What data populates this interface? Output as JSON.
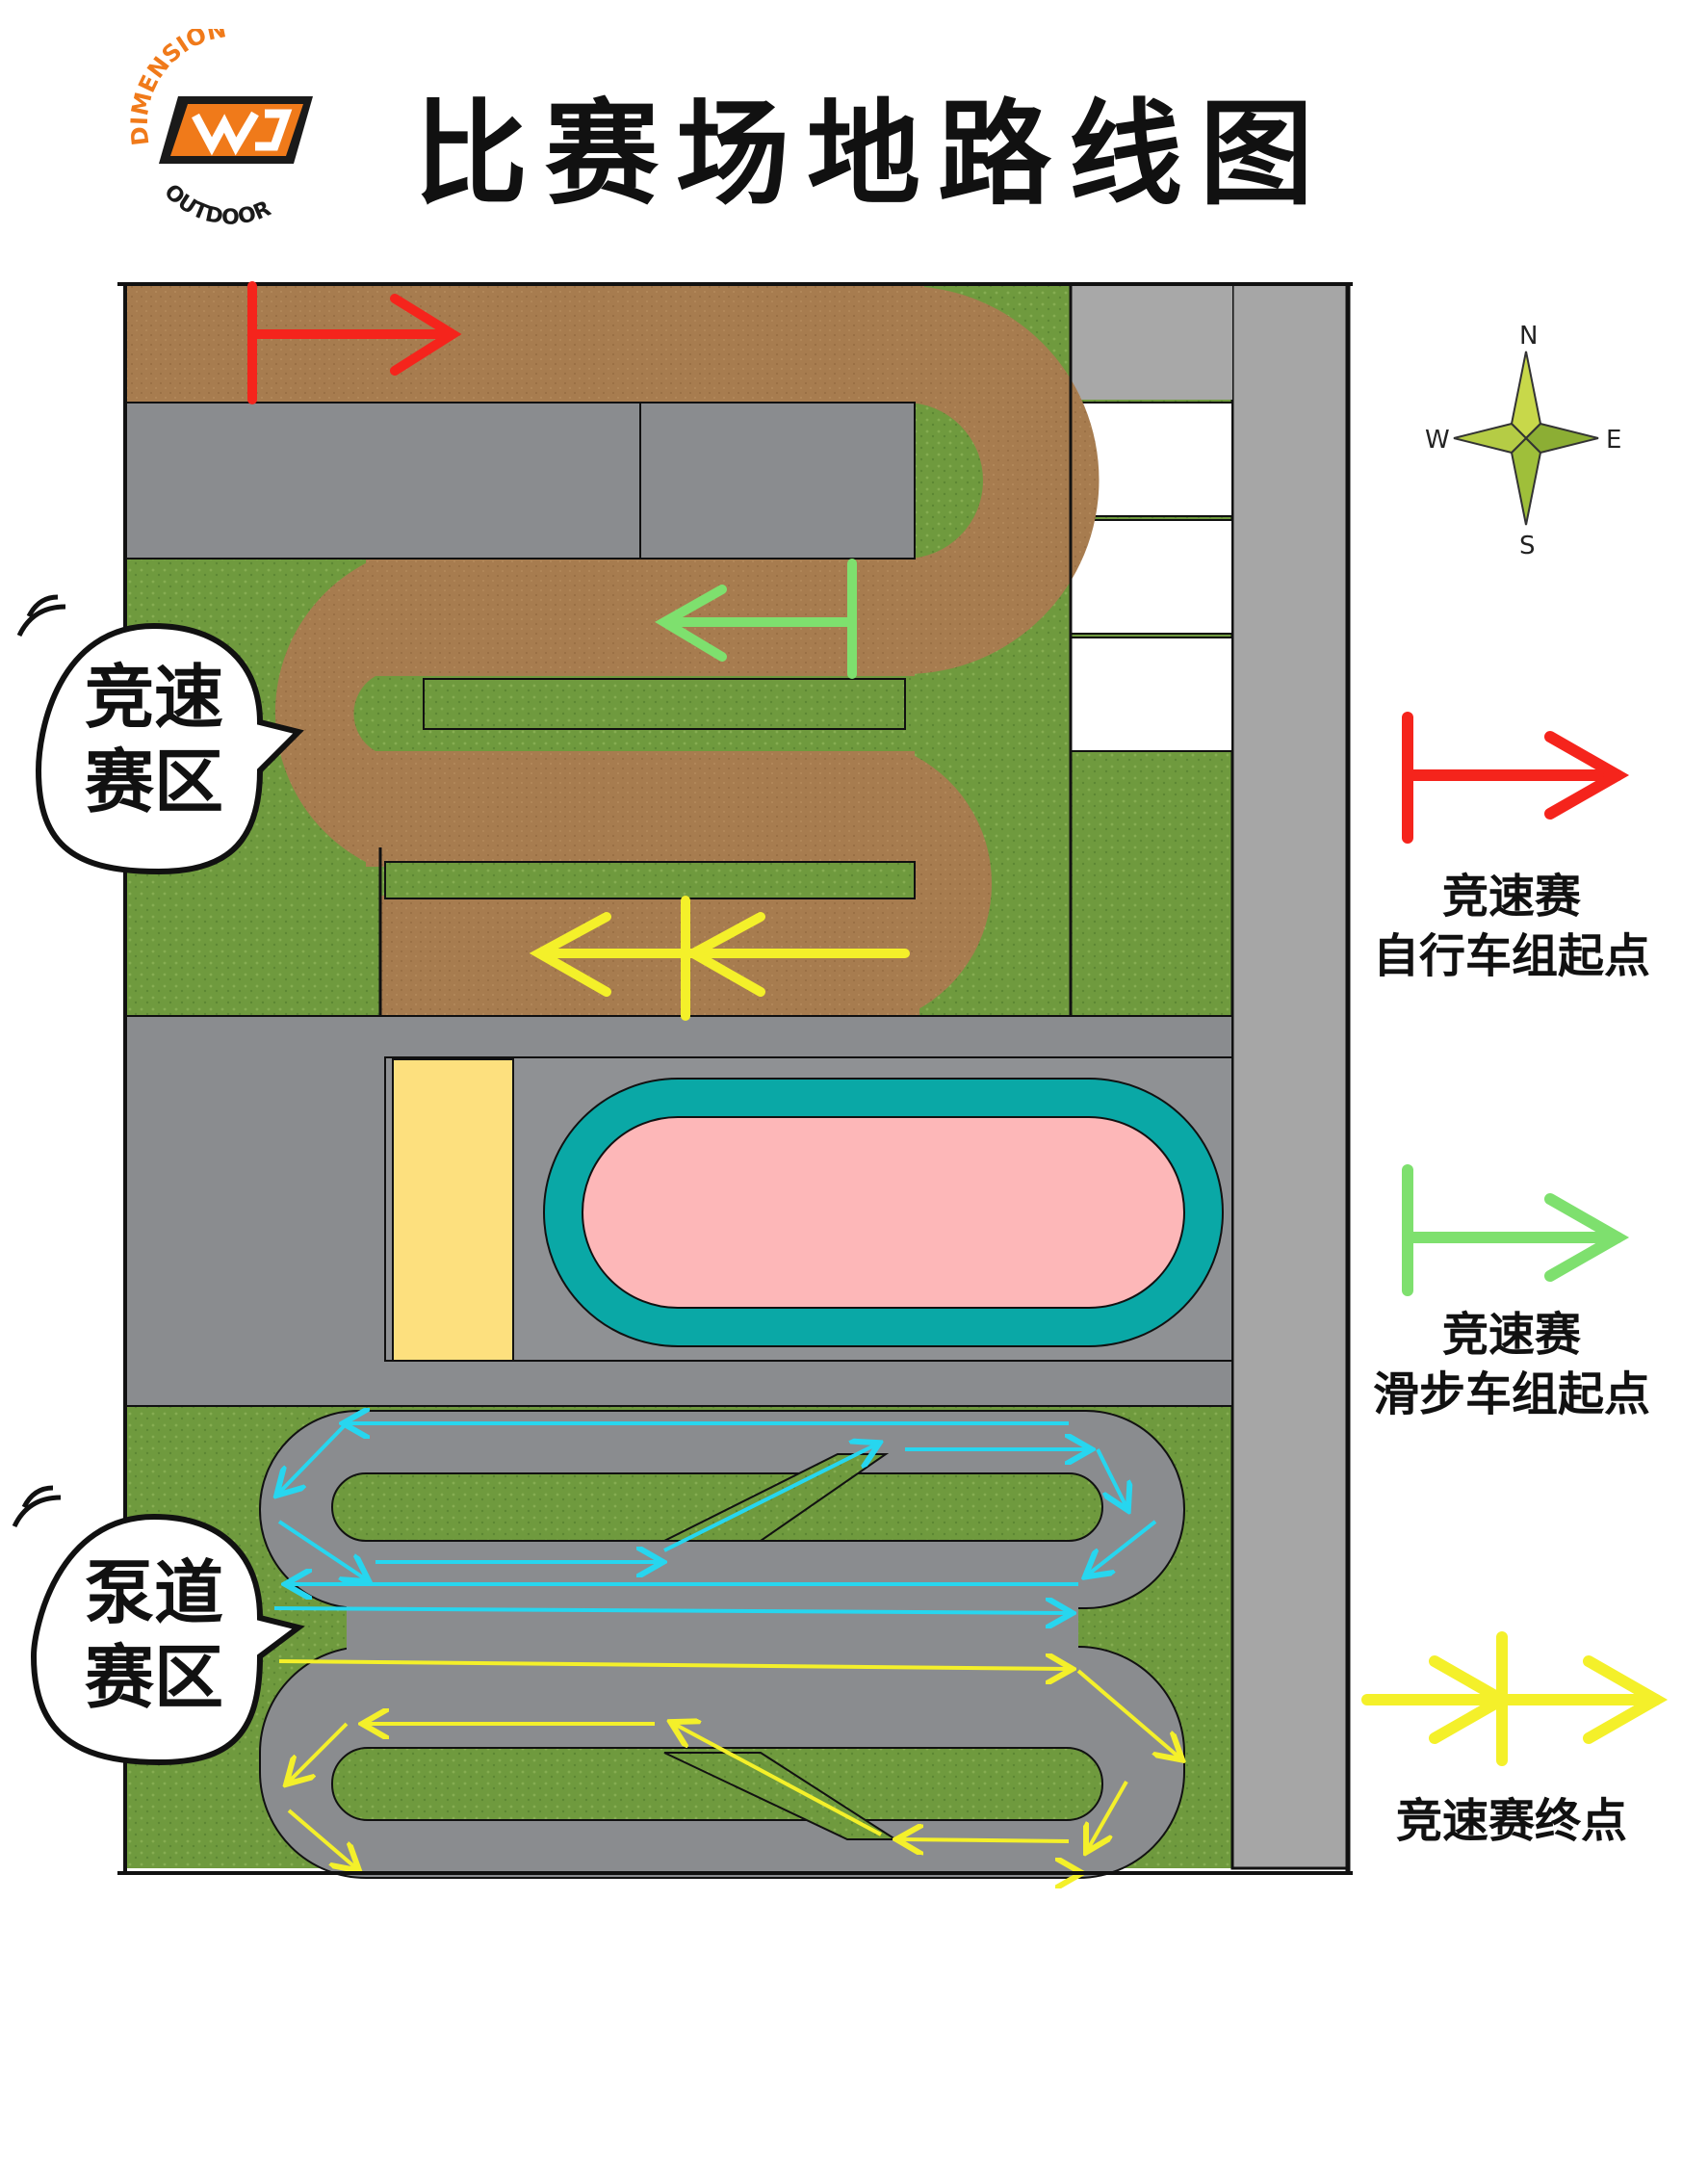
{
  "title": "比赛场地路线图",
  "logo": {
    "top_text": "DIMENSION",
    "bottom_text": "OUTDOOR",
    "colors": {
      "orange": "#f07a1a",
      "dark": "#1a1a1a"
    }
  },
  "zones": {
    "speed_zone_label_line1": "竞速",
    "speed_zone_label_line2": "赛区",
    "pump_zone_label_line1": "泵道",
    "pump_zone_label_line2": "赛区"
  },
  "compass": {
    "north": "N",
    "south": "S",
    "east": "E",
    "west": "W"
  },
  "legend": {
    "red": {
      "line1": "竞速赛",
      "line2": "自行车组起点",
      "color": "#f5241c"
    },
    "green": {
      "line1": "竞速赛",
      "line2": "滑步车组起点",
      "color": "#7ee06e"
    },
    "yellow": {
      "line1": "竞速赛终点",
      "color": "#f4f02a"
    }
  },
  "colors": {
    "dirt": "#a77c4f",
    "asphalt": "#8a8c8f",
    "grass": "#6f9a3e",
    "track_ring": "#0aa8a6",
    "track_infield": "#fdb7b8",
    "yellow_pad": "#fde07e",
    "pump_arrow_cyan": "#27d6ef",
    "pump_arrow_yellow": "#f4f02a",
    "side_road": "#a6a6a6"
  }
}
